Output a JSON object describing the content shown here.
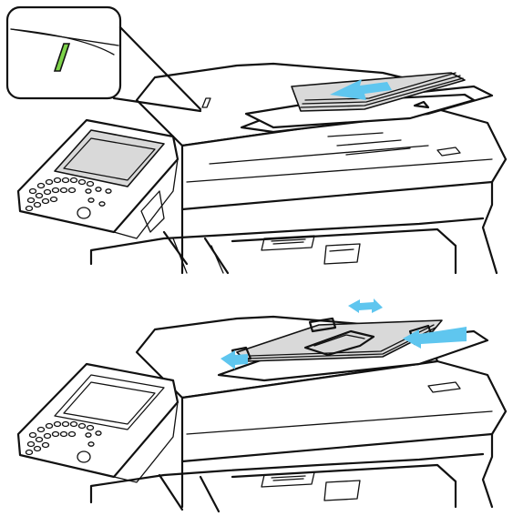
{
  "figure": {
    "panels": [
      {
        "id": "top",
        "description_icon": "document-feeder-confirmation-led"
      },
      {
        "id": "bottom",
        "description_icon": "document-guides-adjust"
      }
    ]
  },
  "colors": {
    "led_indicator": "#7dd34a",
    "arrow": "#5fc6ef",
    "line": "#111111",
    "paper_shade": "#d9d9d9"
  }
}
